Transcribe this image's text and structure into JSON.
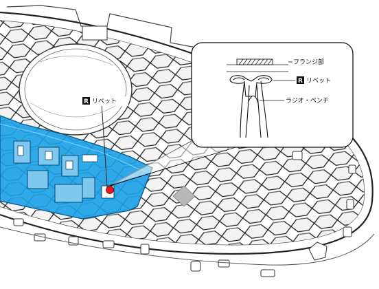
{
  "figure": {
    "main_label": {
      "badge": "R",
      "text": "リベット"
    },
    "detail": {
      "flange_label": "フランジ部",
      "rivet_label": {
        "badge": "R",
        "text": "リベット"
      },
      "pliers_label": "ラジオ・ペンチ"
    }
  },
  "colors": {
    "cover_fill": "#1aa0e6",
    "cover_stroke": "#0a5a8a",
    "rivet_marker": "#e11b1b",
    "badge": "#111111",
    "grille_line": "#222222"
  }
}
